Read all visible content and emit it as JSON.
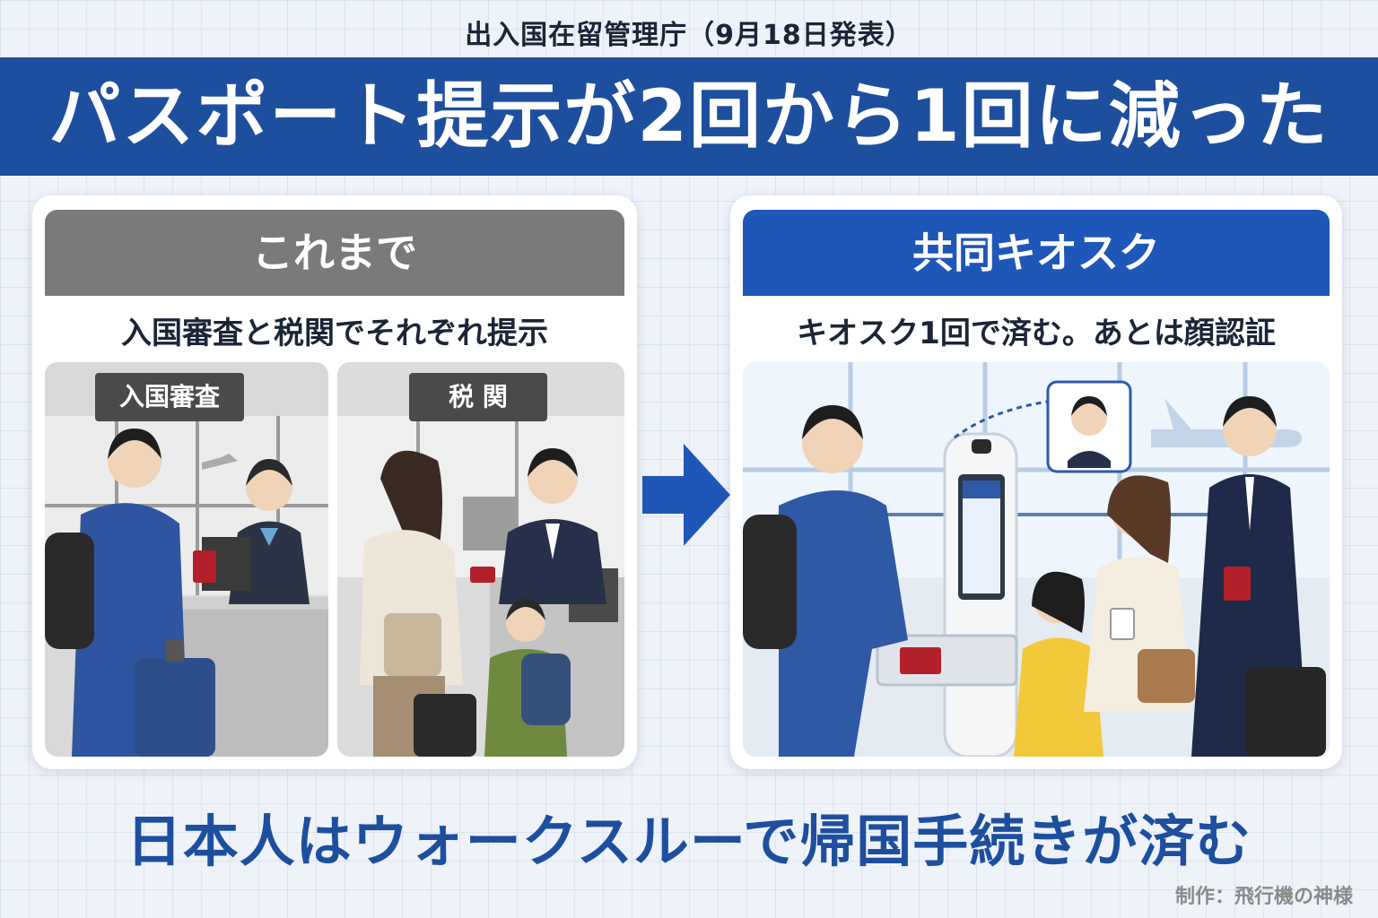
{
  "header": {
    "source": "出入国在留管理庁（9月18日発表）",
    "title": "パスポート提示が2回から1回に減った"
  },
  "before": {
    "heading": "これまで",
    "description": "入国審査と税関でそれぞれ提示",
    "signs": [
      "入国審査",
      "税 関"
    ]
  },
  "after": {
    "heading": "共同キオスク",
    "description": "キオスク1回で済む。あとは顔認証"
  },
  "footer": {
    "message": "日本人はウォークスルーで帰国手続きが済む",
    "credit": "制作：飛行機の神様"
  },
  "colors": {
    "banner": "#1d4f9e",
    "after_header": "#1f57b8",
    "before_header": "#7a7a7a",
    "passport": "#b3202a"
  }
}
